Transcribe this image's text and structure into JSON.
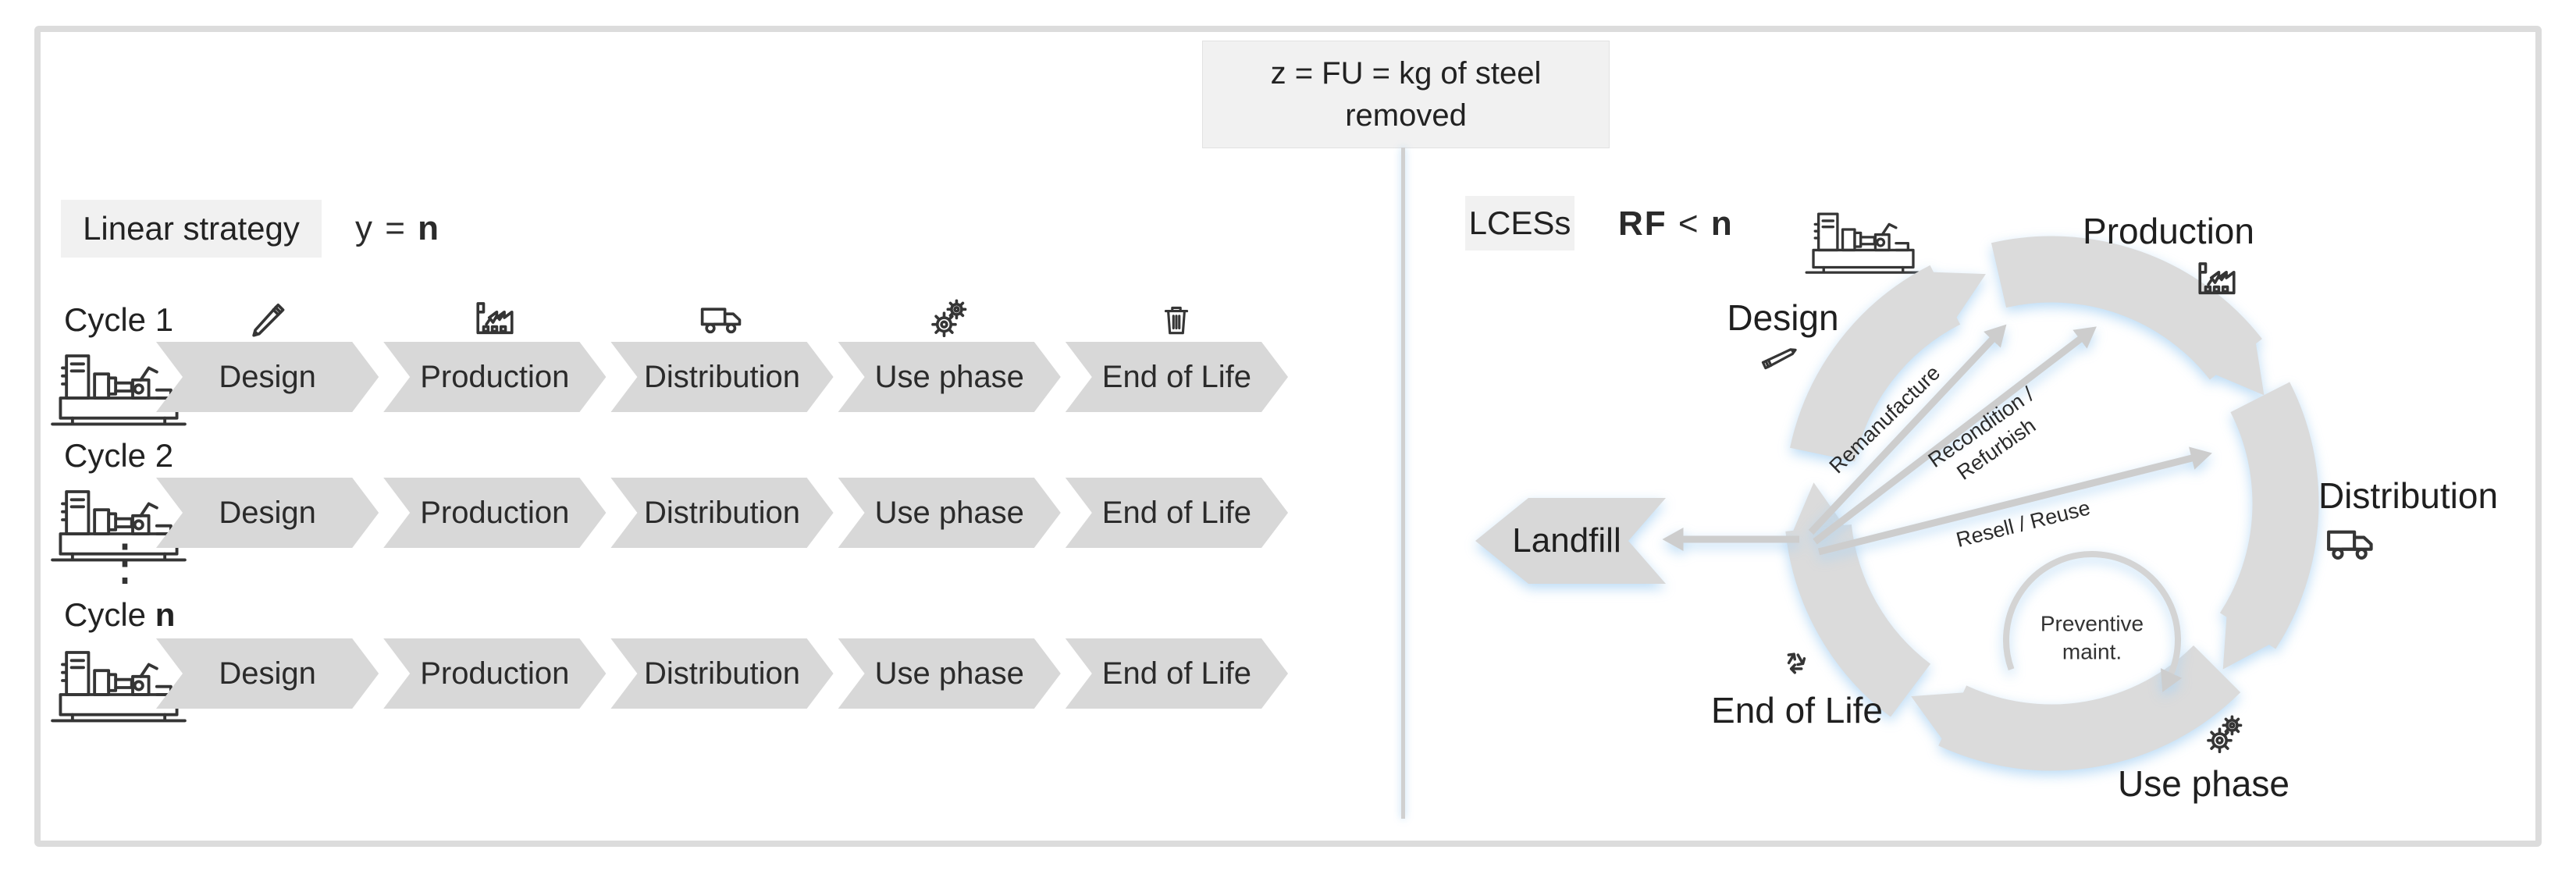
{
  "header": {
    "formula": "z = FU = kg of steel removed"
  },
  "left": {
    "tag": "Linear strategy",
    "equation": {
      "lhs": "y",
      "op": "=",
      "rhs": "n"
    },
    "phases": [
      "Design",
      "Production",
      "Distribution",
      "Use phase",
      "End of Life"
    ],
    "phase_icons": [
      "pencil-icon",
      "factory-icon",
      "truck-icon",
      "gears-icon",
      "trash-icon"
    ],
    "cycles": [
      {
        "prefix": "Cycle",
        "suffix": "1"
      },
      {
        "prefix": "Cycle",
        "suffix": "2"
      },
      {
        "prefix": "Cycle",
        "suffix": "n"
      }
    ],
    "ellipsis": "⋮"
  },
  "right": {
    "tag": "LCESs",
    "equation": {
      "lhs": "RF",
      "op": "<",
      "rhs": "n"
    },
    "phases": [
      {
        "label": "Design",
        "icon": "pencil-icon"
      },
      {
        "label": "Production",
        "icon": "factory-icon"
      },
      {
        "label": "Distribution",
        "icon": "truck-icon"
      },
      {
        "label": "Use phase",
        "icon": "gears-icon"
      },
      {
        "label": "End of Life",
        "icon": "recycle-icon"
      }
    ],
    "loops": [
      {
        "label": "Remanufacture"
      },
      {
        "label": "Recondition / Refurbish"
      },
      {
        "label": "Resell / Reuse"
      }
    ],
    "landfill": "Landfill",
    "preventive": "Preventive maint."
  },
  "colors": {
    "shape_gray": "#d8d8d8",
    "ring_gray": "#dbdbdb",
    "thin_arrow_gray": "#cdcdcd",
    "glow_blue": "#aad2f2",
    "tag_bg": "#f1f1f1",
    "frame_border": "#dcdcdc",
    "text": "#2b2b2b"
  }
}
